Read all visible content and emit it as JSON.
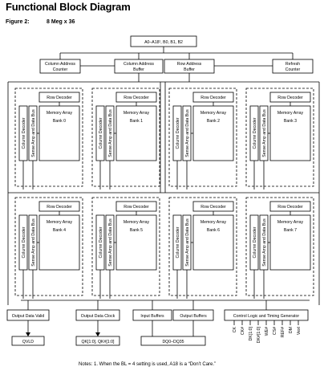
{
  "header": {
    "title": "Functional Block Diagram",
    "figure_label": "Figure 2:",
    "figure_name": "8 Meg x 36"
  },
  "address_input": "A0–A18¹, B0, B1, B2",
  "top_blocks": [
    {
      "line1": "Column Address",
      "line2": "Counter"
    },
    {
      "line1": "Column Address",
      "line2": "Buffer"
    },
    {
      "line1": "Row Address",
      "line2": "Buffer"
    },
    {
      "line1": "Refresh",
      "line2": "Counter"
    }
  ],
  "bank_labels": {
    "row_decoder": "Row Decoder",
    "memory_array": "Memory Array",
    "column_decoder": "Column Decoder",
    "sense_amp": "Sense Amp and Data Bus"
  },
  "banks": [
    "Bank 0",
    "Bank 1",
    "Bank 2",
    "Bank 3",
    "Bank 4",
    "Bank 5",
    "Bank 6",
    "Bank 7"
  ],
  "bottom_blocks": [
    {
      "label": "Output Data Valid",
      "output": "QVLD"
    },
    {
      "label": "Output Data Clock",
      "output": "QK[1:0], QK#[1:0]"
    },
    {
      "label": "Input Buffers",
      "output": "DQ0–DQ35"
    },
    {
      "label": "Output Buffers",
      "output": ""
    },
    {
      "label": "Control Logic and Timing Generator",
      "output": ""
    }
  ],
  "control_signals": [
    "CK",
    "CK#",
    "DK[1:0]",
    "DK#[1:0]",
    "WE#",
    "CS#",
    "REF#",
    "DM",
    "Vext"
  ],
  "note": "Notes:  1.  When the BL = 4 setting is used, A18 is a “Don’t Care.”"
}
